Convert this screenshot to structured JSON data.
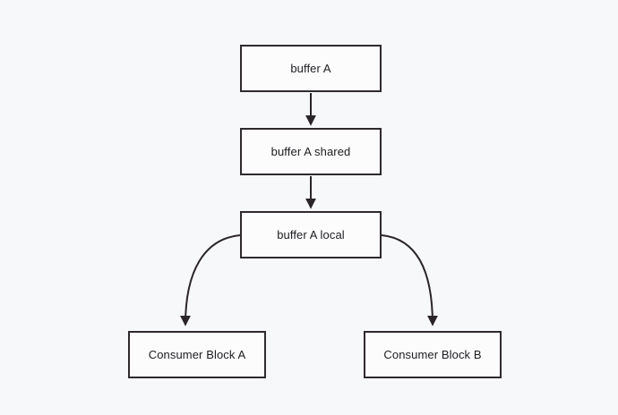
{
  "diagram": {
    "background_color": "#f7f8fa",
    "node_fill_color": "#fcfcfd",
    "node_border_color": "#2e2a2e",
    "text_color": "#1d1c1f",
    "arrow_color": "#2a2529",
    "nodes": [
      {
        "id": "buffer-a",
        "label": "buffer A"
      },
      {
        "id": "buffer-a-shared",
        "label": "buffer A shared"
      },
      {
        "id": "buffer-a-local",
        "label": "buffer A local"
      },
      {
        "id": "consumer-block-a",
        "label": "Consumer Block A"
      },
      {
        "id": "consumer-block-b",
        "label": "Consumer Block B"
      }
    ],
    "edges": [
      {
        "from": "buffer-a",
        "to": "buffer-a-shared",
        "style": "straight"
      },
      {
        "from": "buffer-a-shared",
        "to": "buffer-a-local",
        "style": "straight"
      },
      {
        "from": "buffer-a-local",
        "to": "consumer-block-a",
        "style": "curved"
      },
      {
        "from": "buffer-a-local",
        "to": "consumer-block-b",
        "style": "curved"
      }
    ]
  }
}
